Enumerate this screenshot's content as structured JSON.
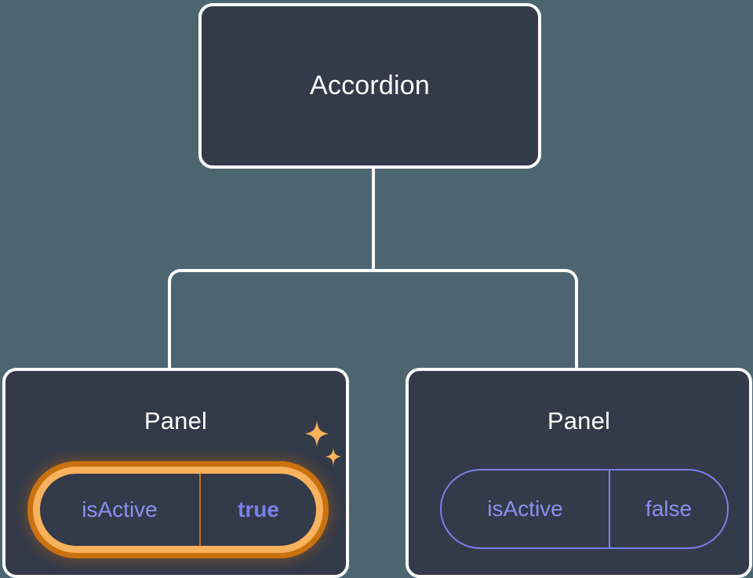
{
  "theme": {
    "background": "#4c6571",
    "card_fill": "#333a49",
    "card_border": "#ffffff",
    "link_color": "#ffffff",
    "prop_text": "#8b8ff0",
    "prop_border": "#7b7fe8",
    "highlight_inner": "#f8b15c",
    "highlight_outer": "#c9720f",
    "sparkle_color": "#f8b15c"
  },
  "tree": {
    "root": {
      "label": "Accordion"
    },
    "children": [
      {
        "label": "Panel",
        "highlighted": true,
        "prop": {
          "key": "isActive",
          "value": "true"
        },
        "decoration": "sparkles-icon"
      },
      {
        "label": "Panel",
        "highlighted": false,
        "prop": {
          "key": "isActive",
          "value": "false"
        }
      }
    ]
  }
}
